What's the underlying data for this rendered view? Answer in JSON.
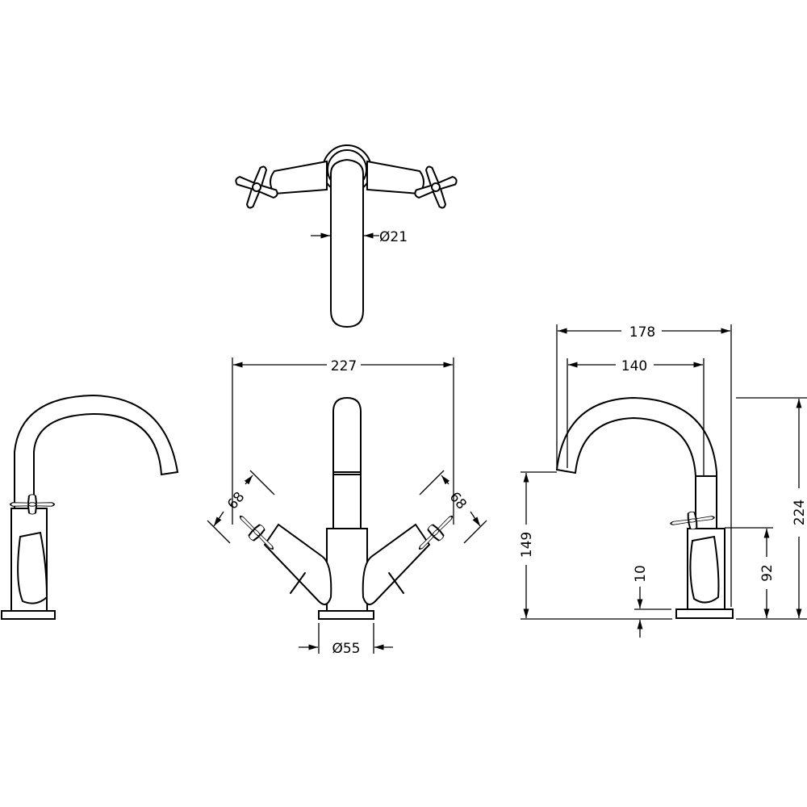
{
  "dimensions": {
    "top_spout_diameter": "Ø21",
    "front_width": "227",
    "front_handle_left": "68",
    "front_handle_right": "68",
    "base_diameter": "Ø55",
    "side_reach_outer": "178",
    "side_reach_inner": "140",
    "spout_outlet_height": "149",
    "base_thickness": "10",
    "body_height": "92",
    "overall_height": "224"
  },
  "colors": {
    "line": "#000000",
    "background": "#ffffff"
  }
}
